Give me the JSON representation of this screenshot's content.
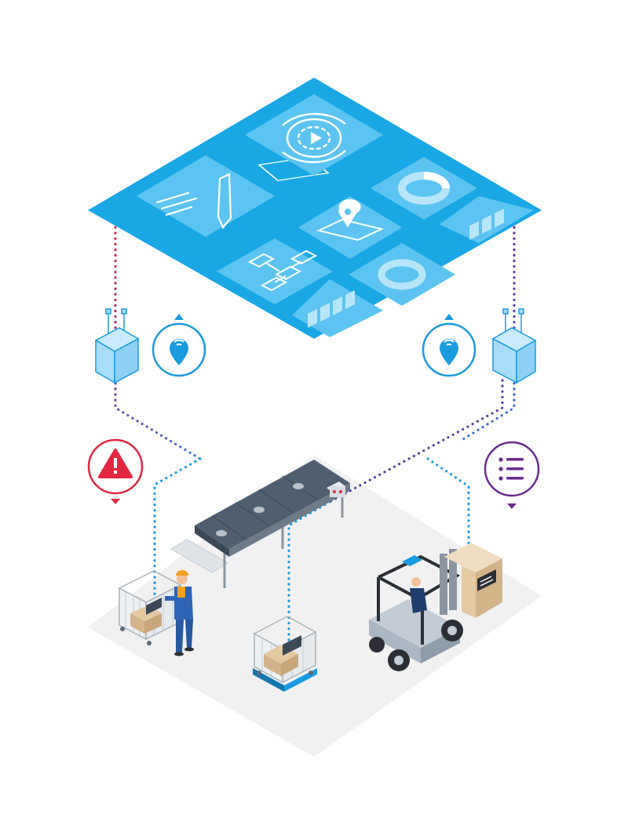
{
  "colors": {
    "platform": "#1aa7e6",
    "tile": "#5cc4f2",
    "tile_line": "#ffffff",
    "floor": "#f1f1f1",
    "alert": "#e2273e",
    "list": "#6a2c8e",
    "signal": "#1a9be0",
    "device": "#a9dcf7",
    "conveyor": "#4f5f70",
    "forklift": "#aab6c2",
    "box": "#e5c9a2"
  },
  "icons": {
    "tiles": [
      "form-pen-icon",
      "gear-cycle-play-icon",
      "donut-chart-icon",
      "map-pin-icon",
      "flowchart-icon",
      "bar-chart-icon",
      "donut-chart-icon",
      "bar-chart-icon"
    ],
    "left_gateway": "wireless-gateway-icon",
    "right_gateway": "wireless-gateway-icon",
    "left_tracker": "location-signal-icon",
    "right_tracker": "location-signal-icon",
    "alert": "warning-triangle-icon",
    "list": "list-icon",
    "scene": [
      "conveyor-belt",
      "warehouse-worker",
      "wire-cage-cart",
      "agv-cart",
      "forklift",
      "cardboard-box"
    ]
  }
}
